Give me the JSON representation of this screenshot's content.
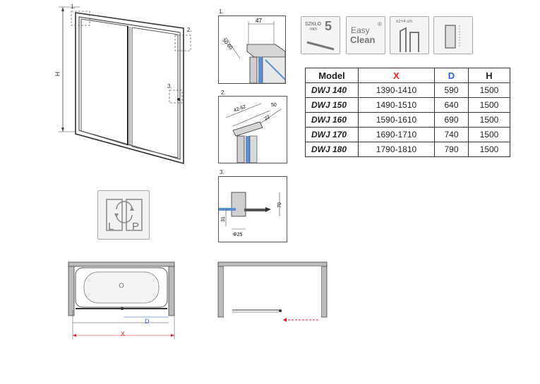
{
  "labels": {
    "detail1_marker": "1.",
    "detail2_marker": "2.",
    "detail3_marker": "3.",
    "height": "H",
    "x": "X",
    "d": "D"
  },
  "detail1": {
    "title": "1.",
    "dim_top": "47",
    "dim_side": "50-60"
  },
  "detail2": {
    "title": "2.",
    "dim_a": "42-52",
    "dim_b": "50",
    "dim_c": "22"
  },
  "detail3": {
    "title": "3.",
    "dim_h": "70",
    "dim_l": "31",
    "dim_d": "Φ25"
  },
  "icons": {
    "glass_top": "SZKŁO",
    "glass_unit": "mm",
    "glass_value": "5",
    "easy": "Easy",
    "clean": "Clean",
    "reg_mark": "®",
    "adjust": "±2+4 cm",
    "reversible_left": "L",
    "reversible_right": "P"
  },
  "table": {
    "headers": [
      "Model",
      "X",
      "D",
      "H"
    ],
    "rows": [
      [
        "DWJ 140",
        "1390-1410",
        "590",
        "1500"
      ],
      [
        "DWJ 150",
        "1490-1510",
        "640",
        "1500"
      ],
      [
        "DWJ 160",
        "1590-1610",
        "690",
        "1500"
      ],
      [
        "DWJ 170",
        "1690-1710",
        "740",
        "1500"
      ],
      [
        "DWJ 180",
        "1790-1810",
        "790",
        "1500"
      ]
    ]
  },
  "colors": {
    "accent_red": "#e02020",
    "accent_blue": "#2f5fd8",
    "glass": "#5b8fd6"
  }
}
